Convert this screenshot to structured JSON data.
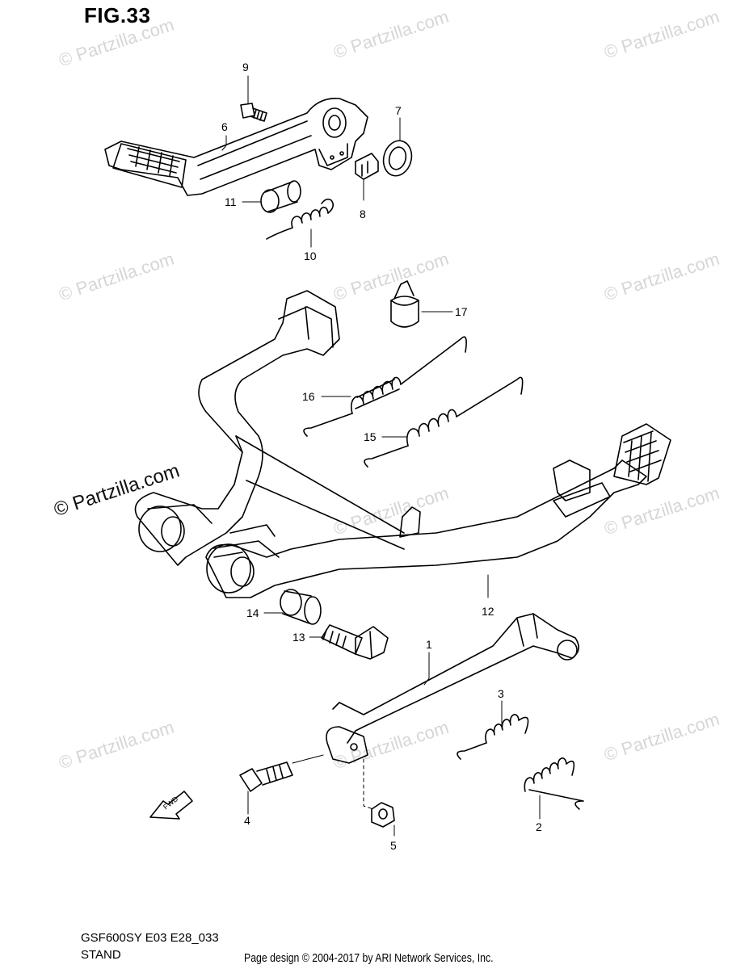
{
  "figure": {
    "title": "FIG.33"
  },
  "footer": {
    "model_code": "GSF600SY E03 E28_033",
    "section_name": "STAND",
    "credit": "Page design © 2004-2017 by ARI Network Services, Inc."
  },
  "watermark": {
    "text": "© Partzilla.com"
  },
  "fwd_arrow": {
    "label": "FWD"
  },
  "callouts": [
    {
      "id": "1",
      "label": "1"
    },
    {
      "id": "2",
      "label": "2"
    },
    {
      "id": "3",
      "label": "3"
    },
    {
      "id": "4",
      "label": "4"
    },
    {
      "id": "5",
      "label": "5"
    },
    {
      "id": "6",
      "label": "6"
    },
    {
      "id": "7",
      "label": "7"
    },
    {
      "id": "8",
      "label": "8"
    },
    {
      "id": "9",
      "label": "9"
    },
    {
      "id": "10",
      "label": "10"
    },
    {
      "id": "11",
      "label": "11"
    },
    {
      "id": "12",
      "label": "12"
    },
    {
      "id": "13",
      "label": "13"
    },
    {
      "id": "14",
      "label": "14"
    },
    {
      "id": "15",
      "label": "15"
    },
    {
      "id": "16",
      "label": "16"
    },
    {
      "id": "17",
      "label": "17"
    }
  ]
}
